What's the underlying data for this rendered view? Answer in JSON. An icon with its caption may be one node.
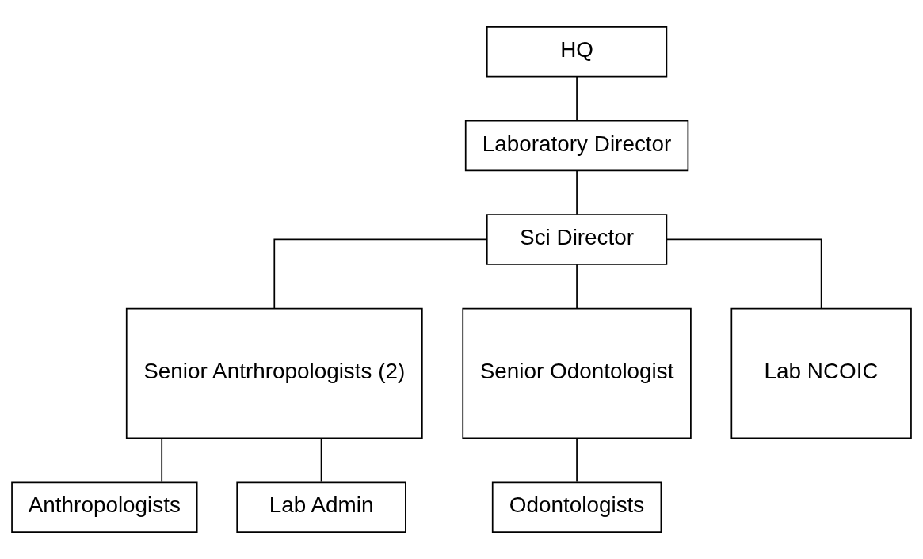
{
  "diagram": {
    "nodes": [
      {
        "text": [
          "HQ"
        ]
      },
      {
        "text": [
          "Laboratory Director"
        ]
      },
      {
        "text": [
          "Sci Director"
        ]
      },
      {
        "text": [
          "Senior Antrhropologists (2)"
        ]
      },
      {
        "text": [
          "Senior Odontologist"
        ]
      },
      {
        "text": [
          "Lab NCOIC"
        ]
      },
      {
        "text": [
          "Anthropologists"
        ]
      },
      {
        "text": [
          "Lab Admin"
        ]
      },
      {
        "text": [
          "Odontologists"
        ]
      }
    ],
    "edges": [
      {
        "from": 0,
        "to": 1,
        "arrow": "none"
      },
      {
        "from": 1,
        "to": 2,
        "arrow": "none"
      },
      {
        "from": 2,
        "to": 3,
        "arrow": "none"
      },
      {
        "from": 2,
        "to": 4,
        "arrow": "none"
      },
      {
        "from": 2,
        "to": 5,
        "arrow": "none"
      },
      {
        "from": 3,
        "to": 6,
        "arrow": "none"
      },
      {
        "from": 3,
        "to": 7,
        "arrow": "none"
      },
      {
        "from": 4,
        "to": 8,
        "arrow": "none"
      }
    ]
  }
}
